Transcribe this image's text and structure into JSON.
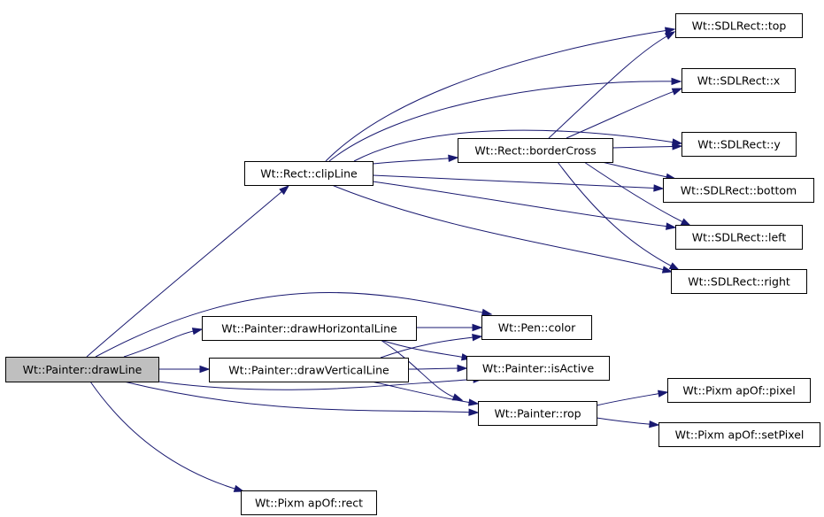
{
  "graph": {
    "edge_color": "#191970",
    "root_fill": "#bfbfbf",
    "node_fill": "#ffffff",
    "nodes": [
      {
        "id": "drawLine",
        "label": "Wt::Painter::drawLine",
        "root": true
      },
      {
        "id": "clipLine",
        "label": "Wt::Rect::clipLine"
      },
      {
        "id": "drawHorizontalLine",
        "label": "Wt::Painter::drawHorizontalLine"
      },
      {
        "id": "drawVerticalLine",
        "label": "Wt::Painter::drawVerticalLine"
      },
      {
        "id": "rect",
        "label": "Wt::Pixm apOf::rect"
      },
      {
        "id": "borderCross",
        "label": "Wt::Rect::borderCross"
      },
      {
        "id": "top",
        "label": "Wt::SDLRect::top"
      },
      {
        "id": "x",
        "label": "Wt::SDLRect::x"
      },
      {
        "id": "y",
        "label": "Wt::SDLRect::y"
      },
      {
        "id": "bottom",
        "label": "Wt::SDLRect::bottom"
      },
      {
        "id": "left",
        "label": "Wt::SDLRect::left"
      },
      {
        "id": "right",
        "label": "Wt::SDLRect::right"
      },
      {
        "id": "color",
        "label": "Wt::Pen::color"
      },
      {
        "id": "isActive",
        "label": "Wt::Painter::isActive"
      },
      {
        "id": "rop",
        "label": "Wt::Painter::rop"
      },
      {
        "id": "pixel",
        "label": "Wt::Pixm apOf::pixel"
      },
      {
        "id": "setPixel",
        "label": "Wt::Pixm apOf::setPixel"
      }
    ],
    "edges": [
      {
        "from": "drawLine",
        "to": "clipLine"
      },
      {
        "from": "drawLine",
        "to": "color"
      },
      {
        "from": "drawLine",
        "to": "drawHorizontalLine"
      },
      {
        "from": "drawLine",
        "to": "drawVerticalLine"
      },
      {
        "from": "drawLine",
        "to": "isActive"
      },
      {
        "from": "drawLine",
        "to": "rop"
      },
      {
        "from": "drawLine",
        "to": "rect"
      },
      {
        "from": "clipLine",
        "to": "borderCross"
      },
      {
        "from": "clipLine",
        "to": "top"
      },
      {
        "from": "clipLine",
        "to": "x"
      },
      {
        "from": "clipLine",
        "to": "y"
      },
      {
        "from": "clipLine",
        "to": "bottom"
      },
      {
        "from": "clipLine",
        "to": "left"
      },
      {
        "from": "clipLine",
        "to": "right"
      },
      {
        "from": "borderCross",
        "to": "top"
      },
      {
        "from": "borderCross",
        "to": "x"
      },
      {
        "from": "borderCross",
        "to": "y"
      },
      {
        "from": "borderCross",
        "to": "bottom"
      },
      {
        "from": "borderCross",
        "to": "left"
      },
      {
        "from": "borderCross",
        "to": "right"
      },
      {
        "from": "drawHorizontalLine",
        "to": "color"
      },
      {
        "from": "drawHorizontalLine",
        "to": "isActive"
      },
      {
        "from": "drawHorizontalLine",
        "to": "rop"
      },
      {
        "from": "drawVerticalLine",
        "to": "color"
      },
      {
        "from": "drawVerticalLine",
        "to": "isActive"
      },
      {
        "from": "drawVerticalLine",
        "to": "rop"
      },
      {
        "from": "rop",
        "to": "pixel"
      },
      {
        "from": "rop",
        "to": "setPixel"
      }
    ]
  }
}
